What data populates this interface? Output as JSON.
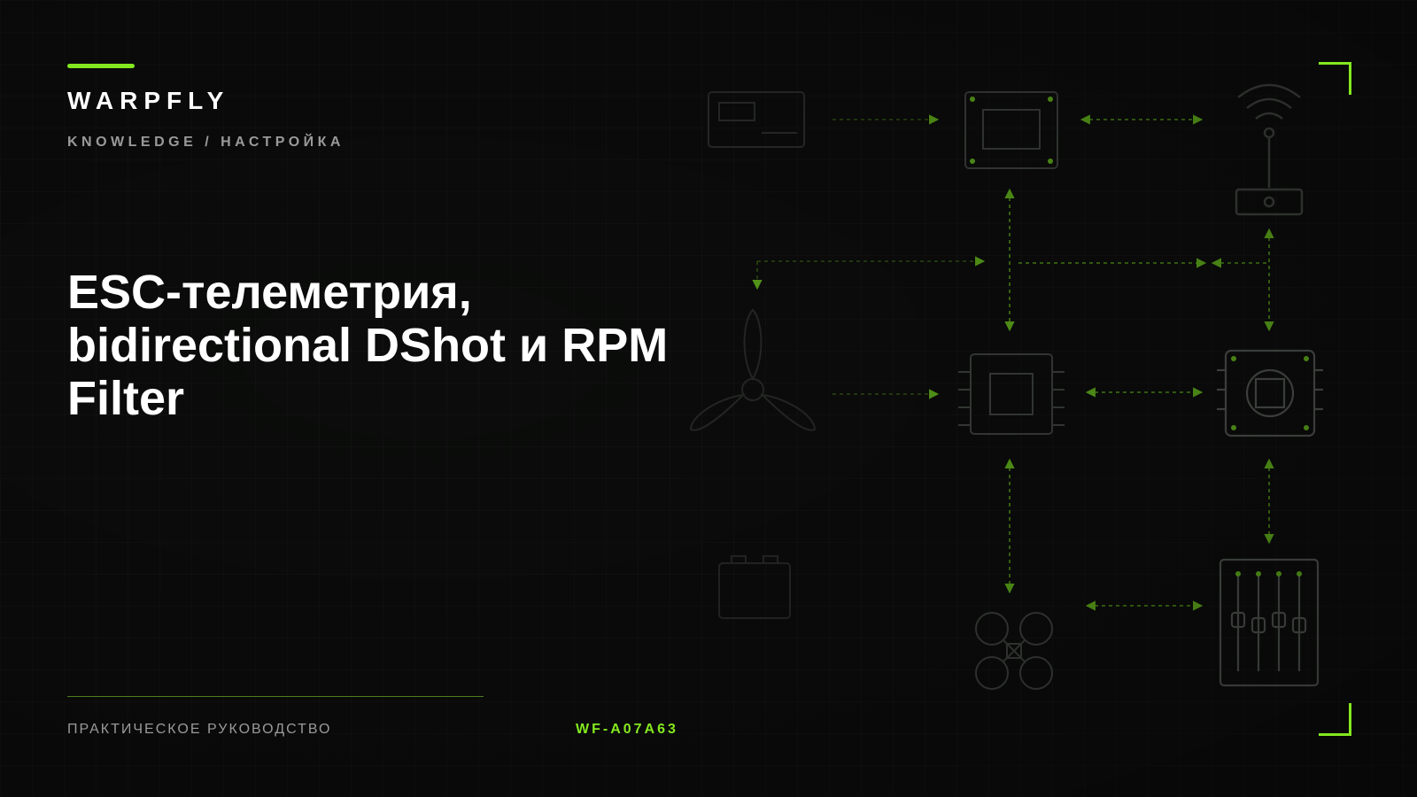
{
  "brand": {
    "name": "WARPFLY"
  },
  "breadcrumb": {
    "text": "KNOWLEDGE / НАСТРОЙКА"
  },
  "hero": {
    "title": "ESC-телеметрия, bidirectional DShot и RPM Filter"
  },
  "footer": {
    "label": "ПРАКТИЧЕСКОЕ РУКОВОДСТВО",
    "code": "WF-A07A63"
  },
  "colors": {
    "accent": "#84e81f",
    "background": "#0b0c0b",
    "muted_text": "#9a9a9a"
  },
  "icons": [
    "esc-board-icon",
    "flight-controller-icon",
    "antenna-receiver-icon",
    "propeller-icon",
    "motor-driver-board-icon",
    "flight-controller-stack-icon",
    "battery-icon",
    "quadcopter-icon",
    "esc-4in1-sliders-icon"
  ]
}
